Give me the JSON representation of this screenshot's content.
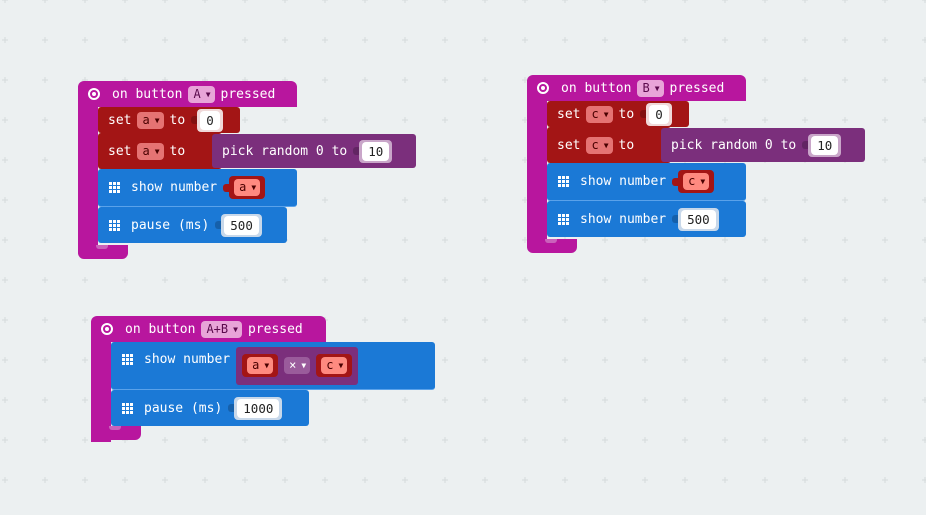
{
  "blocks": [
    {
      "event_prefix": "on button",
      "button": "A",
      "event_suffix": "pressed",
      "statements": [
        {
          "kind": "set",
          "set_label": "set",
          "variable": "a",
          "to_label": "to",
          "value": "0"
        },
        {
          "kind": "set_random",
          "set_label": "set",
          "variable": "a",
          "to_label": "to",
          "random_label": "pick random 0 to",
          "max": "10"
        },
        {
          "kind": "show_var",
          "label": "show number",
          "variable": "a"
        },
        {
          "kind": "pause",
          "label": "pause (ms)",
          "value": "500"
        }
      ]
    },
    {
      "event_prefix": "on button",
      "button": "B",
      "event_suffix": "pressed",
      "statements": [
        {
          "kind": "set",
          "set_label": "set",
          "variable": "c",
          "to_label": "to",
          "value": "0"
        },
        {
          "kind": "set_random",
          "set_label": "set",
          "variable": "c",
          "to_label": "to",
          "random_label": "pick random 0 to",
          "max": "10"
        },
        {
          "kind": "show_var",
          "label": "show number",
          "variable": "c"
        },
        {
          "kind": "show_num",
          "label": "show number",
          "value": "500"
        }
      ]
    },
    {
      "event_prefix": "on button",
      "button": "A+B",
      "event_suffix": "pressed",
      "statements": [
        {
          "kind": "show_expr",
          "label": "show number",
          "left": "a",
          "op": "×",
          "right": "c"
        },
        {
          "kind": "pause",
          "label": "pause (ms)",
          "value": "1000"
        }
      ]
    }
  ],
  "colors": {
    "background": "#ecf0f1",
    "event": "#b8169e",
    "variables": "#a31515",
    "basic": "#1b79d6",
    "math": "#7b2f7c"
  },
  "icons": {
    "event": "gear-icon",
    "basic": "led-grid-icon",
    "dropdown": "dropdown-arrow-icon"
  }
}
